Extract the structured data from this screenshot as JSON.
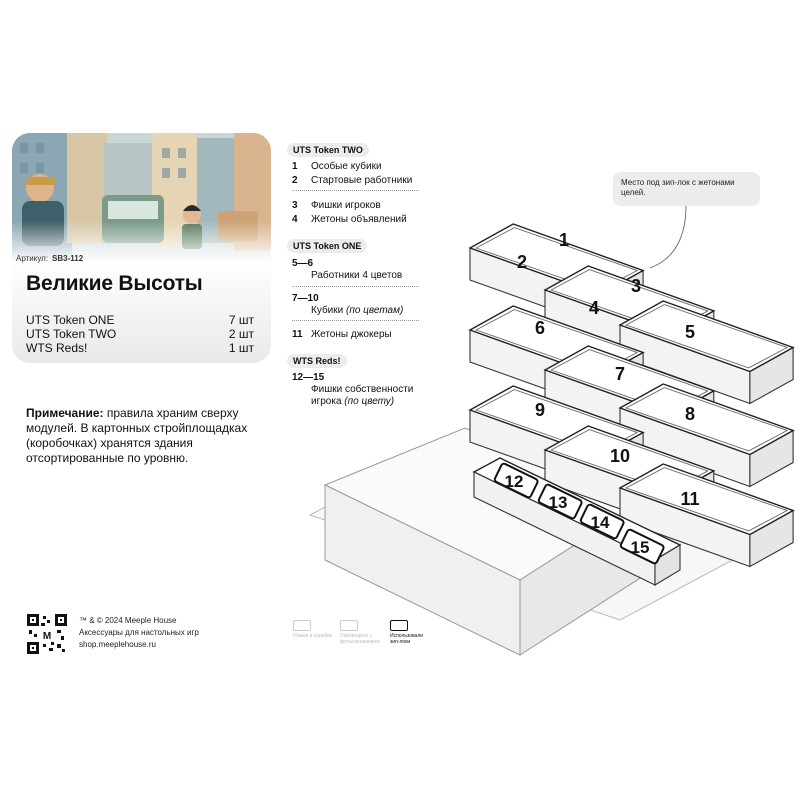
{
  "product": {
    "sku_label": "Артикул:",
    "sku": "SB3-112",
    "title": "Великие Высоты",
    "contents": [
      {
        "name": "UTS Token ONE",
        "qty": "7 шт"
      },
      {
        "name": "UTS Token TWO",
        "qty": "2 шт"
      },
      {
        "name": "WTS Reds!",
        "qty": "1 шт"
      }
    ],
    "note_label": "Примечание:",
    "note_text": " правила храним сверху модулей. В картонных стройплощадках (коробочках) хранятся здания отсортированные по уровню."
  },
  "legend": {
    "groups": [
      {
        "tag": "UTS Token TWO",
        "items": [
          {
            "num": "1",
            "label": "Особые кубики"
          },
          {
            "num": "2",
            "label": "Стартовые работники"
          },
          {
            "num": "3",
            "label": "Фишки игроков"
          },
          {
            "num": "4",
            "label": "Жетоны объявлений"
          }
        ]
      },
      {
        "tag": "UTS Token ONE",
        "items": [
          {
            "num": "5—6",
            "label": "Работники 4 цветов"
          },
          {
            "num": "7—10",
            "label": "Кубики",
            "label_em": "(по цветам)"
          },
          {
            "num": "11",
            "label": "Жетоны джокеры"
          }
        ]
      },
      {
        "tag": "WTS Reds!",
        "items": [
          {
            "num": "12—15",
            "label": "Фишки собственности игрока",
            "label_em": "(по цвету)"
          }
        ]
      }
    ]
  },
  "callout": {
    "text": "Место под зип-лок с жетонами целей."
  },
  "diagram": {
    "tray_numbers": [
      "1",
      "2",
      "3",
      "4",
      "5",
      "6",
      "7",
      "8",
      "9",
      "10",
      "11",
      "12",
      "13",
      "14",
      "15"
    ]
  },
  "footer": {
    "copyright": "™ & © 2024 Meeple House",
    "tagline": "Аксессуары для настольных игр",
    "site": "shop.meeplehouse.ru",
    "qr_letter": "M",
    "options": [
      {
        "label": "Новые в коробке",
        "active": false
      },
      {
        "label": "Переведено с фольгированием",
        "active": false
      },
      {
        "label": "Использовали зип-локи",
        "active": true
      }
    ]
  },
  "colors": {
    "accent": "#111111",
    "tag_bg": "#ececec",
    "tray_fill": "#ffffff",
    "line": "#333333"
  }
}
